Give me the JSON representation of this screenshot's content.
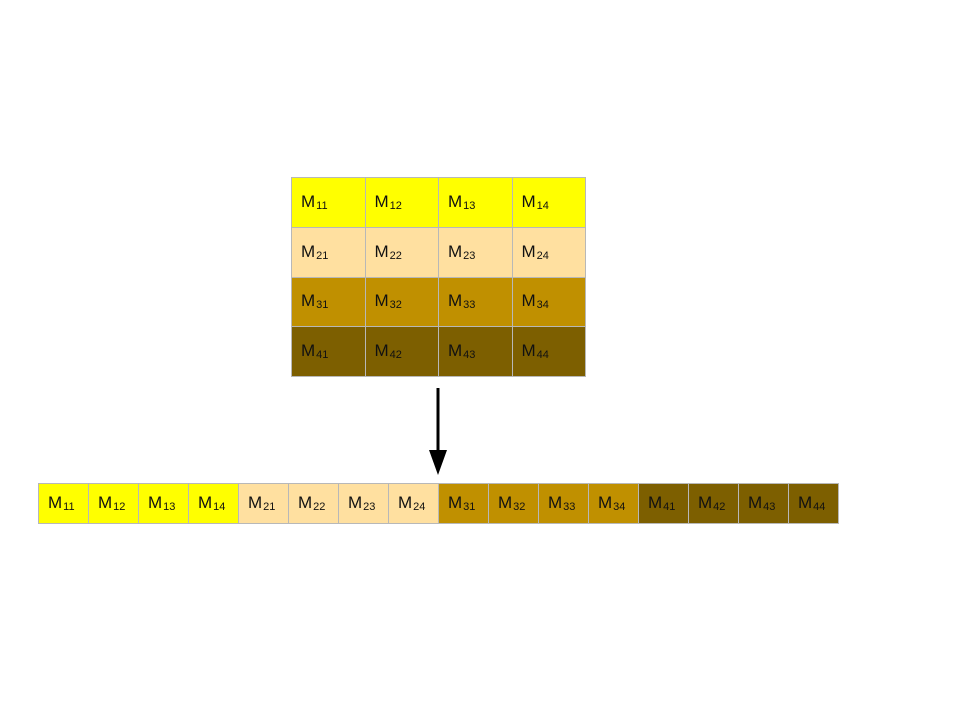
{
  "colors": {
    "row1": "#ffff00",
    "row2": "#ffe0a0",
    "row3": "#c09000",
    "row4": "#7d5f00",
    "border": "#b8b8b8",
    "arrow": "#000000"
  },
  "symbol": "M",
  "matrix": [
    [
      "11",
      "12",
      "13",
      "14"
    ],
    [
      "21",
      "22",
      "23",
      "24"
    ],
    [
      "31",
      "32",
      "33",
      "34"
    ],
    [
      "41",
      "42",
      "43",
      "44"
    ]
  ]
}
